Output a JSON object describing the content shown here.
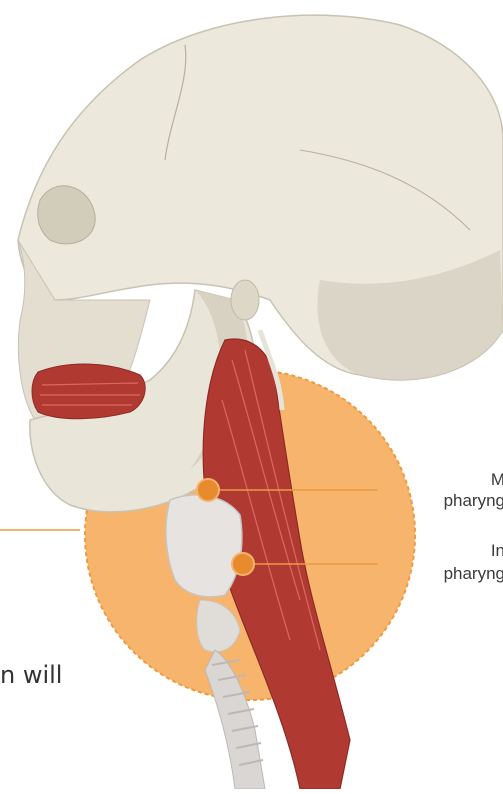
{
  "labels": {
    "middle_line1": "M",
    "middle_line2": "pharyng",
    "inferior_line1": "In",
    "inferior_line2": "pharyng"
  },
  "caption": "n will",
  "colors": {
    "highlight_fill": "#f7b46c",
    "highlight_border": "#ee9a3e",
    "callout_line": "#ee9a3e",
    "marker": "#e88a2e",
    "skull": "#ece8dc",
    "skull_shadow": "#c8c2b2",
    "muscle": "#b03a32",
    "muscle_dark": "#8e2a25",
    "cartilage": "#e6e3e0",
    "trachea": "#d9d6d4"
  }
}
